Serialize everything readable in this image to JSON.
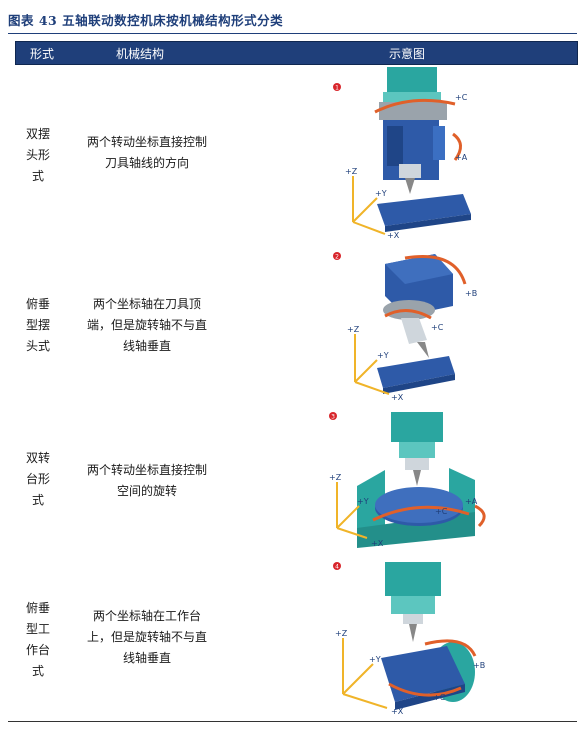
{
  "title": "图表 43 五轴联动数控机床按机械结构形式分类",
  "header": {
    "col_form": "形式",
    "col_structure": "机械结构",
    "col_diagram": "示意图"
  },
  "rows": [
    {
      "form_lines": [
        "双摆",
        "头形",
        "式"
      ],
      "desc_lines": [
        "两个转动坐标直接控制",
        "刀具轴线的方向"
      ],
      "badge": "1",
      "axes": [
        "+Z",
        "+Y",
        "+X",
        "+C",
        "+A"
      ]
    },
    {
      "form_lines": [
        "俯垂",
        "型摆",
        "头式"
      ],
      "desc_lines": [
        "两个坐标轴在刀具顶",
        "端，但是旋转轴不与直",
        "线轴垂直"
      ],
      "badge": "2",
      "axes": [
        "+Z",
        "+Y",
        "+X",
        "+B",
        "+C"
      ]
    },
    {
      "form_lines": [
        "双转",
        "台形",
        "式"
      ],
      "desc_lines": [
        "两个转动坐标直接控制",
        "空间的旋转"
      ],
      "badge": "3",
      "axes": [
        "+Z",
        "+Y",
        "+X",
        "+C",
        "+A"
      ]
    },
    {
      "form_lines": [
        "俯垂",
        "型工",
        "作台",
        "式"
      ],
      "desc_lines": [
        "两个坐标轴在工作台",
        "上，但是旋转轴不与直",
        "线轴垂直"
      ],
      "badge": "4",
      "axes": [
        "+Z",
        "+Y",
        "+X",
        "+B",
        "+C"
      ]
    }
  ],
  "colors": {
    "header_bg": "#1f3f7a",
    "machine_teal": "#2aa6a0",
    "machine_blue": "#2e5aa8",
    "arrow_orange": "#e0602a",
    "axis_yellow": "#f0b429"
  }
}
